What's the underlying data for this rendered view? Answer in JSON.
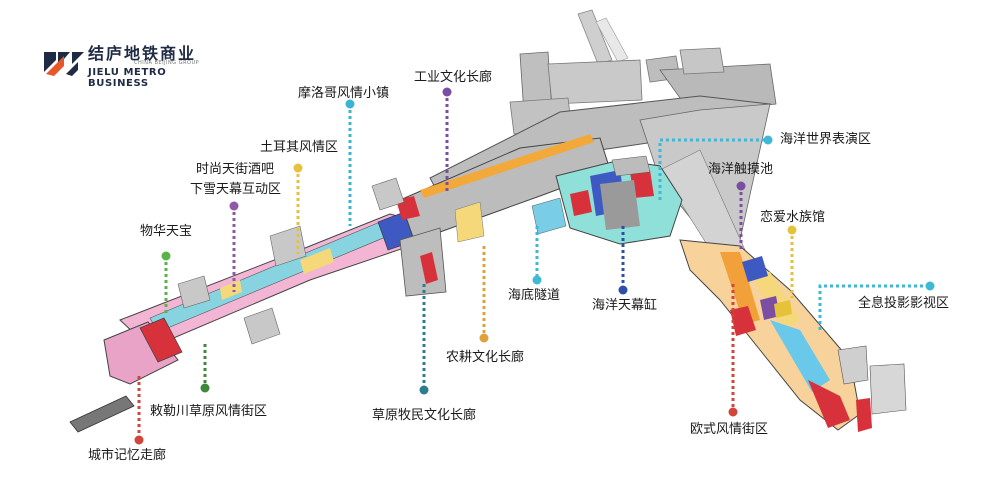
{
  "logo": {
    "name_cn": "结庐地铁商业",
    "tagline_small": "CHINA BEIJING GROUP",
    "name_en": "JIELU METRO BUSINESS",
    "colors": {
      "dark": "#1f2a44",
      "accent": "#e8572a"
    }
  },
  "zones": [
    {
      "id": "chengshi",
      "label": "城市记忆走廊",
      "color": "#d2453a"
    },
    {
      "id": "chilechuan",
      "label": "敕勒川草原风情街区",
      "color": "#3d8a3b"
    },
    {
      "id": "wuhua",
      "label": "物华天宝",
      "color": "#5ab34a"
    },
    {
      "id": "shishang",
      "label": "时尚天街酒吧",
      "label2": "下雪天幕互动区",
      "color": "#8e5aa8"
    },
    {
      "id": "tuerqi",
      "label": "土耳其风情区",
      "color": "#e6c23a"
    },
    {
      "id": "moluoge",
      "label": "摩洛哥风情小镇",
      "color": "#3bb4d3"
    },
    {
      "id": "gongye",
      "label": "工业文化长廊",
      "color": "#7b4ea3"
    },
    {
      "id": "caoyuan",
      "label": "草原牧民文化长廊",
      "color": "#2d7e8c"
    },
    {
      "id": "nonggeng",
      "label": "农耕文化长廊",
      "color": "#e0a03a"
    },
    {
      "id": "haidi",
      "label": "海底隧道",
      "color": "#3fb8d6"
    },
    {
      "id": "haiyangtm",
      "label": "海洋天幕缸",
      "color": "#2e4fa8"
    },
    {
      "id": "haiyangsj",
      "label": "海洋世界表演区",
      "color": "#3fb8d6"
    },
    {
      "id": "haiyangcm",
      "label": "海洋触摸池",
      "color": "#7b4ea3"
    },
    {
      "id": "lianai",
      "label": "恋爱水族馆",
      "color": "#e6c23a"
    },
    {
      "id": "quanxi",
      "label": "全息投影影视区",
      "color": "#3fb8d6"
    },
    {
      "id": "ou",
      "label": "欧式风情街区",
      "color": "#d2453a"
    }
  ]
}
